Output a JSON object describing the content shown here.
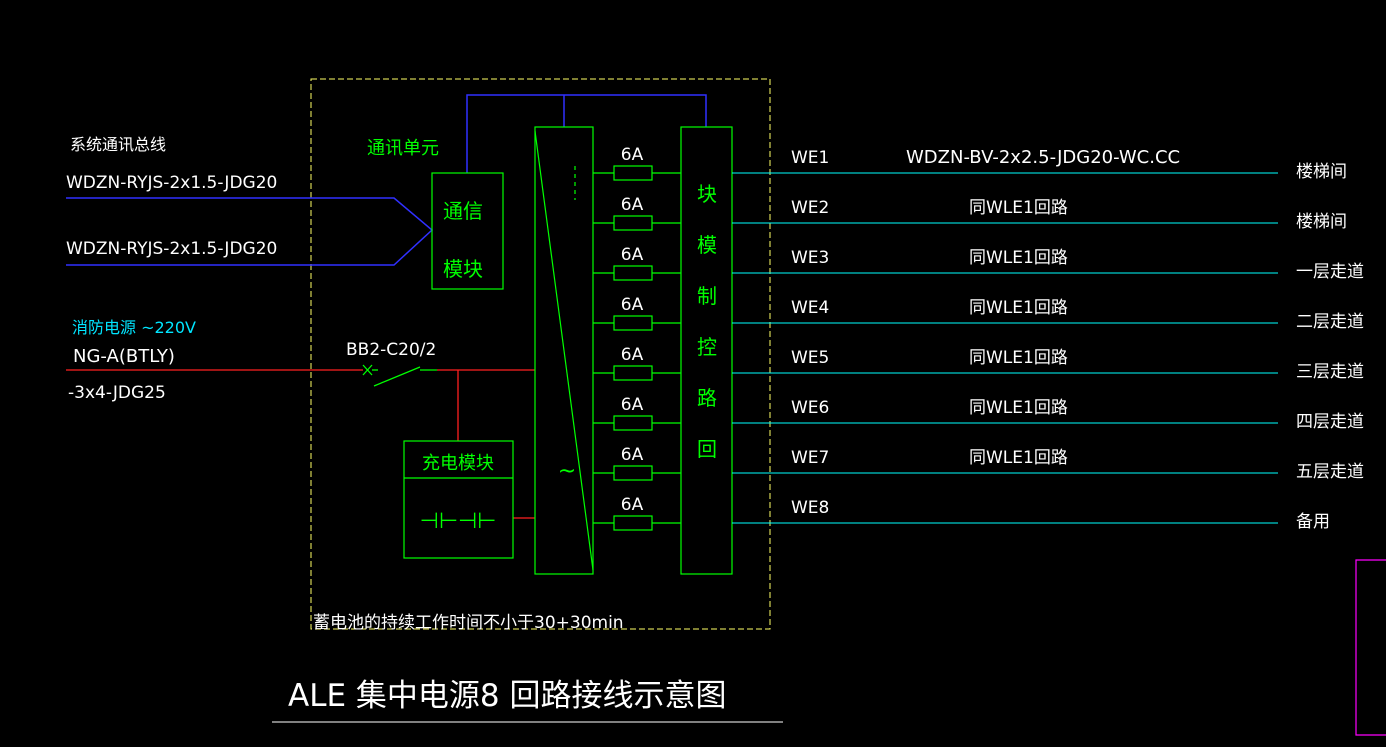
{
  "colors": {
    "background": "#000000",
    "white": "#ffffff",
    "green": "#00ff00",
    "blue": "#0000ff",
    "red": "#ff0000",
    "cyan": "#00ffff",
    "yellow": "#ffff00",
    "magenta": "#ff00ff"
  },
  "title": "ALE 集中电源8 回路接线示意图",
  "comm": {
    "bus_label": "系统通讯总线",
    "cable_1": "WDZN-RYJS-2x1.5-JDG20",
    "cable_2": "WDZN-RYJS-2x1.5-JDG20",
    "unit_label": "通讯单元",
    "module_line1": "通信",
    "module_line2": "模块"
  },
  "power": {
    "source_label": "消防电源 ~220V",
    "cable_line1": "NG-A(BTLY)",
    "cable_line2": "-3x4-JDG25",
    "breaker_label": "BB2-C20/2",
    "charging_label": "充电模块",
    "battery_symbol": "⊣⊢⊣⊢"
  },
  "inverter_symbol": "~",
  "control_module_chars": [
    "回",
    "路",
    "控",
    "制",
    "模",
    "块"
  ],
  "battery_note": "蓄电池的持续工作时间不小于30+30min",
  "circuits": [
    {
      "id": "WE1",
      "fuse": "6A",
      "cable": "WDZN-BV-2x2.5-JDG20-WC.CC",
      "dest": "楼梯间"
    },
    {
      "id": "WE2",
      "fuse": "6A",
      "cable": "同WLE1回路",
      "dest": "楼梯间"
    },
    {
      "id": "WE3",
      "fuse": "6A",
      "cable": "同WLE1回路",
      "dest": "一层走道"
    },
    {
      "id": "WE4",
      "fuse": "6A",
      "cable": "同WLE1回路",
      "dest": "二层走道"
    },
    {
      "id": "WE5",
      "fuse": "6A",
      "cable": "同WLE1回路",
      "dest": "三层走道"
    },
    {
      "id": "WE6",
      "fuse": "6A",
      "cable": "同WLE1回路",
      "dest": "四层走道"
    },
    {
      "id": "WE7",
      "fuse": "6A",
      "cable": "同WLE1回路",
      "dest": "五层走道"
    },
    {
      "id": "WE8",
      "fuse": "6A",
      "cable": "",
      "dest": "备用"
    }
  ]
}
